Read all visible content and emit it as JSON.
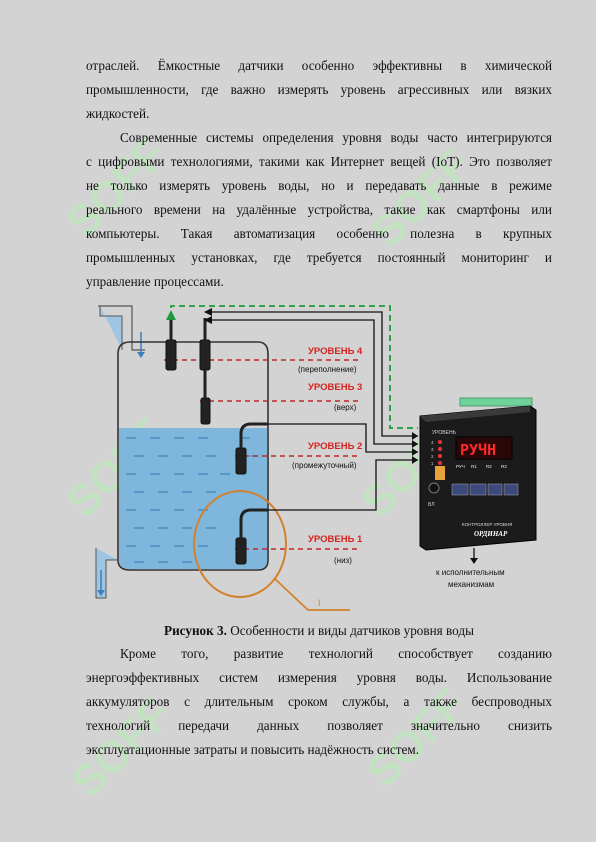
{
  "paragraphs": [
    {
      "lines": [
        "отраслей. Ёмкостные датчики особенно эффективны в химической",
        "промышленности, где важно измерять уровень агрессивных или вязких",
        "жидкостей."
      ]
    },
    {
      "lines": [
        "Современные системы определения уровня воды часто интегрируются",
        "с цифровыми технологиями, такими как Интернет вещей (IoT). Это позволяет",
        "не только измерять уровень воды, но и передавать данные в режиме",
        "реального времени на удалённые устройства, такие как смартфоны или",
        "компьютеры. Такая автоматизация особенно полезна в крупных",
        "промышленных установках, где требуется постоянный мониторинг и",
        "управление процессами."
      ]
    },
    {
      "lines": [
        "Кроме того, развитие технологий способствует созданию",
        "энергоэффективных систем измерения уровня воды. Использование",
        "аккумуляторов с длительным сроком службы, а также беспроводных",
        "технологий передачи данных позволяет значительно снизить",
        "эксплуатационные затраты и повысить надёжность систем."
      ]
    }
  ],
  "caption": {
    "label": "Рисунок 3.",
    "text": " Особенности и виды датчиков уровня воды"
  },
  "figure": {
    "levels": [
      {
        "name": "УРОВЕНЬ 4",
        "desc": "(переполнение)"
      },
      {
        "name": "УРОВЕНЬ 3",
        "desc": "(верх)"
      },
      {
        "name": "УРОВЕНЬ 2",
        "desc": "(промежуточный)"
      },
      {
        "name": "УРОВЕНЬ 1",
        "desc": "(низ)"
      }
    ],
    "controller": {
      "header": "УРОВЕНЬ",
      "display": "РУЧН",
      "led_numbers": [
        "4",
        "3",
        "2",
        "1"
      ],
      "sub_labels": [
        "РУЧ",
        "R1",
        "R2",
        "R3"
      ],
      "button_left": "ВЛ",
      "footer1": "КОНТРОЛЛЕР УРОВНЯ",
      "footer2": "ОРДИНАР"
    },
    "actuator_label_1": "к исполнительным",
    "actuator_label_2": "механизмам",
    "marker": "I"
  },
  "watermark": "SOFF",
  "colors": {
    "water": "#7fb7dc",
    "level_line": "#c0282a",
    "green_wire": "#1f9a3a",
    "ring": "#d2822e",
    "watermark": "#b9f0b9"
  }
}
